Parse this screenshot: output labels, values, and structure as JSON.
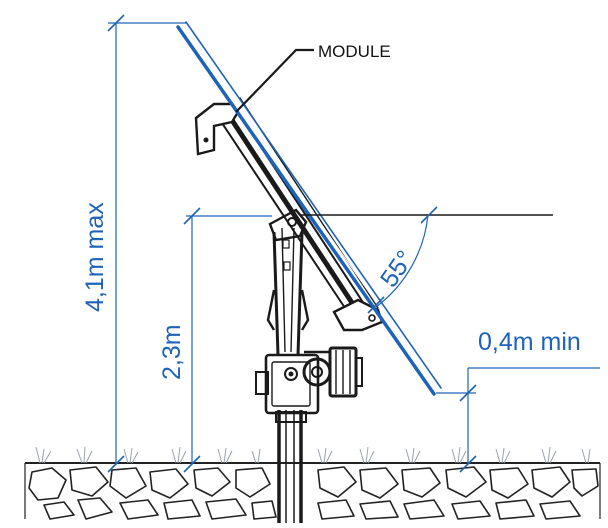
{
  "labels": {
    "module": "MODULE",
    "max_height": "4,1m max",
    "pivot_height": "2,3m",
    "min_clearance": "0,4m min",
    "tilt_angle": "55°"
  },
  "colors": {
    "dimension": "#1f63b8",
    "linework": "#1a1a1a",
    "ground": "#222222",
    "grass": "#9aa3ad"
  }
}
